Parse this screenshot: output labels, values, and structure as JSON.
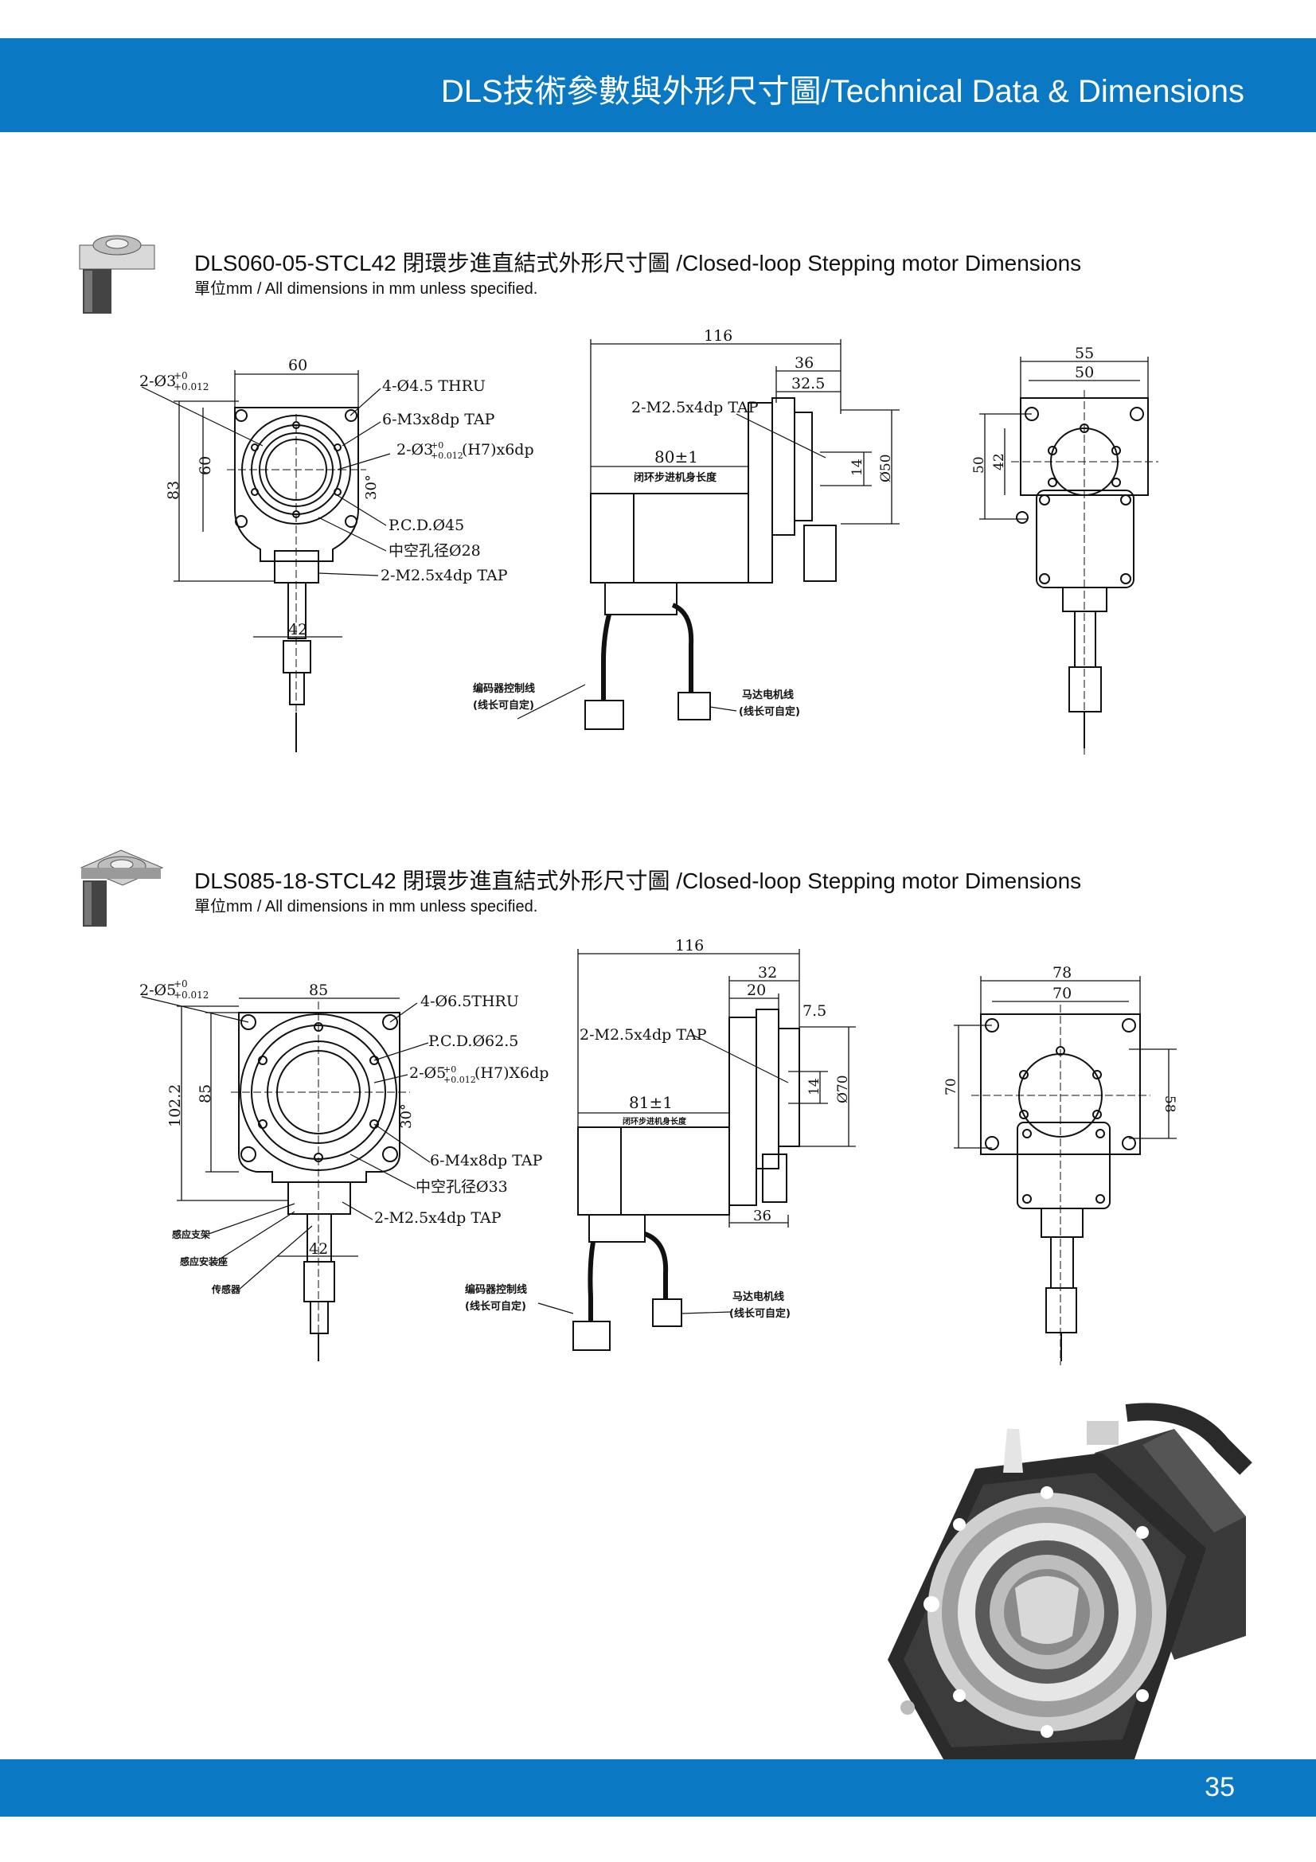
{
  "header": {
    "title": "DLS技術參數與外形尺寸圖/Technical Data & Dimensions"
  },
  "footer": {
    "page_number": "35"
  },
  "sections": [
    {
      "title": "DLS060-05-STCL42 閉環步進直結式外形尺寸圖 /Closed-loop Stepping motor Dimensions",
      "subtitle": "單位mm / All dimensions in mm unless specified.",
      "front": {
        "pin_label": "2-Ø3",
        "pin_tol_upper": "+0",
        "pin_tol_lower": "+0.012",
        "width": "60",
        "inner_height": "60",
        "total_height": "83",
        "thru": "4-Ø4.5 THRU",
        "tap1": "6-M3x8dp TAP",
        "pin2": "2-Ø3",
        "pin2_suffix": "(H7)x6dp",
        "angle": "30°",
        "pcd": "P.C.D.Ø45",
        "hollow": "中空孔径Ø28",
        "tap2": "2-M2.5x4dp TAP",
        "bottom_width": "42"
      },
      "side": {
        "total_length": "116",
        "flange_length": "36",
        "flange_inner": "32.5",
        "tap": "2-M2.5x4dp TAP",
        "body_length": "80±1",
        "body_note": "闭环步进机身长度",
        "dim_14": "14",
        "dim_dia": "Ø50",
        "encoder_cable": "编码器控制线",
        "encoder_note": "(线长可自定)",
        "motor_cable": "马达电机线",
        "motor_note": "(线长可自定)"
      },
      "rear": {
        "outer_width": "55",
        "inner_width": "50",
        "height_outer": "50",
        "height_inner": "42"
      }
    },
    {
      "title": "DLS085-18-STCL42 閉環步進直結式外形尺寸圖 /Closed-loop Stepping motor Dimensions",
      "subtitle": "單位mm / All dimensions in mm unless specified.",
      "front": {
        "pin_label": "2-Ø5",
        "pin_tol_upper": "+0",
        "pin_tol_lower": "+0.012",
        "width": "85",
        "inner_height": "85",
        "total_height": "102.2",
        "thru": "4-Ø6.5THRU",
        "pcd": "P.C.D.Ø62.5",
        "pin2": "2-Ø5",
        "pin2_suffix": "(H7)X6dp",
        "angle": "30°",
        "tap1": "6-M4x8dp TAP",
        "hollow": "中空孔径Ø33",
        "tap2": "2-M2.5x4dp TAP",
        "bottom_width": "42",
        "sensor_bracket": "感应支架",
        "sensor_mount": "感应安装座",
        "sensor": "传感器"
      },
      "side": {
        "total_length": "116",
        "flange_length": "32",
        "flange_inner": "20",
        "dim_75": "7.5",
        "tap": "2-M2.5x4dp TAP",
        "body_length": "81±1",
        "body_note": "闭环步进机身长度",
        "dim_14": "14",
        "dim_dia": "Ø70",
        "dim_36": "36",
        "encoder_cable": "编码器控制线",
        "encoder_note": "(线长可自定)",
        "motor_cable": "马达电机线",
        "motor_note": "(线长可自定)"
      },
      "rear": {
        "outer_width": "78",
        "inner_width": "70",
        "height_left": "70",
        "height_right": "58"
      }
    }
  ],
  "colors": {
    "brand_blue": "#0a78c2"
  }
}
